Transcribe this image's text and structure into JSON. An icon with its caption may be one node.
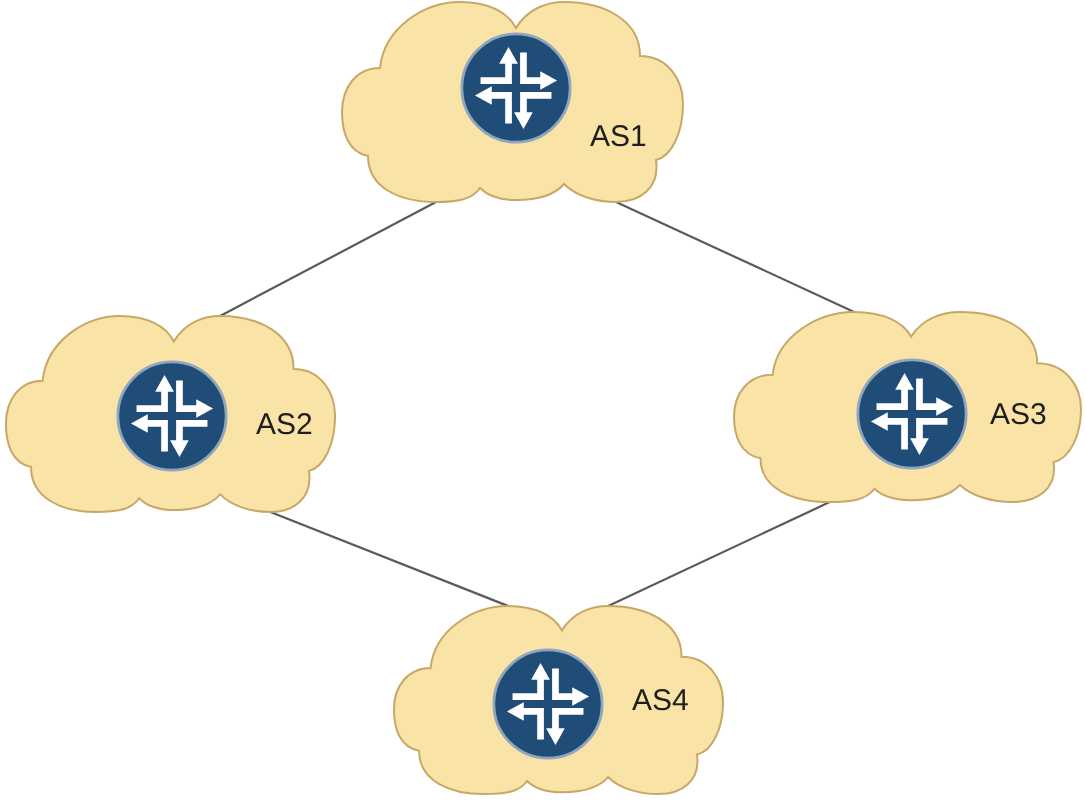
{
  "diagram": {
    "nodes": [
      {
        "text": [
          "AS1"
        ]
      },
      {
        "text": [
          "AS2"
        ]
      },
      {
        "text": [
          "AS3"
        ]
      },
      {
        "text": [
          "AS4"
        ]
      }
    ],
    "edges": [
      {
        "from": 0,
        "to": 1,
        "arrow": "none"
      },
      {
        "from": 0,
        "to": 2,
        "arrow": "none"
      },
      {
        "from": 1,
        "to": 3,
        "arrow": "none"
      },
      {
        "from": 2,
        "to": 3,
        "arrow": "none"
      }
    ]
  }
}
